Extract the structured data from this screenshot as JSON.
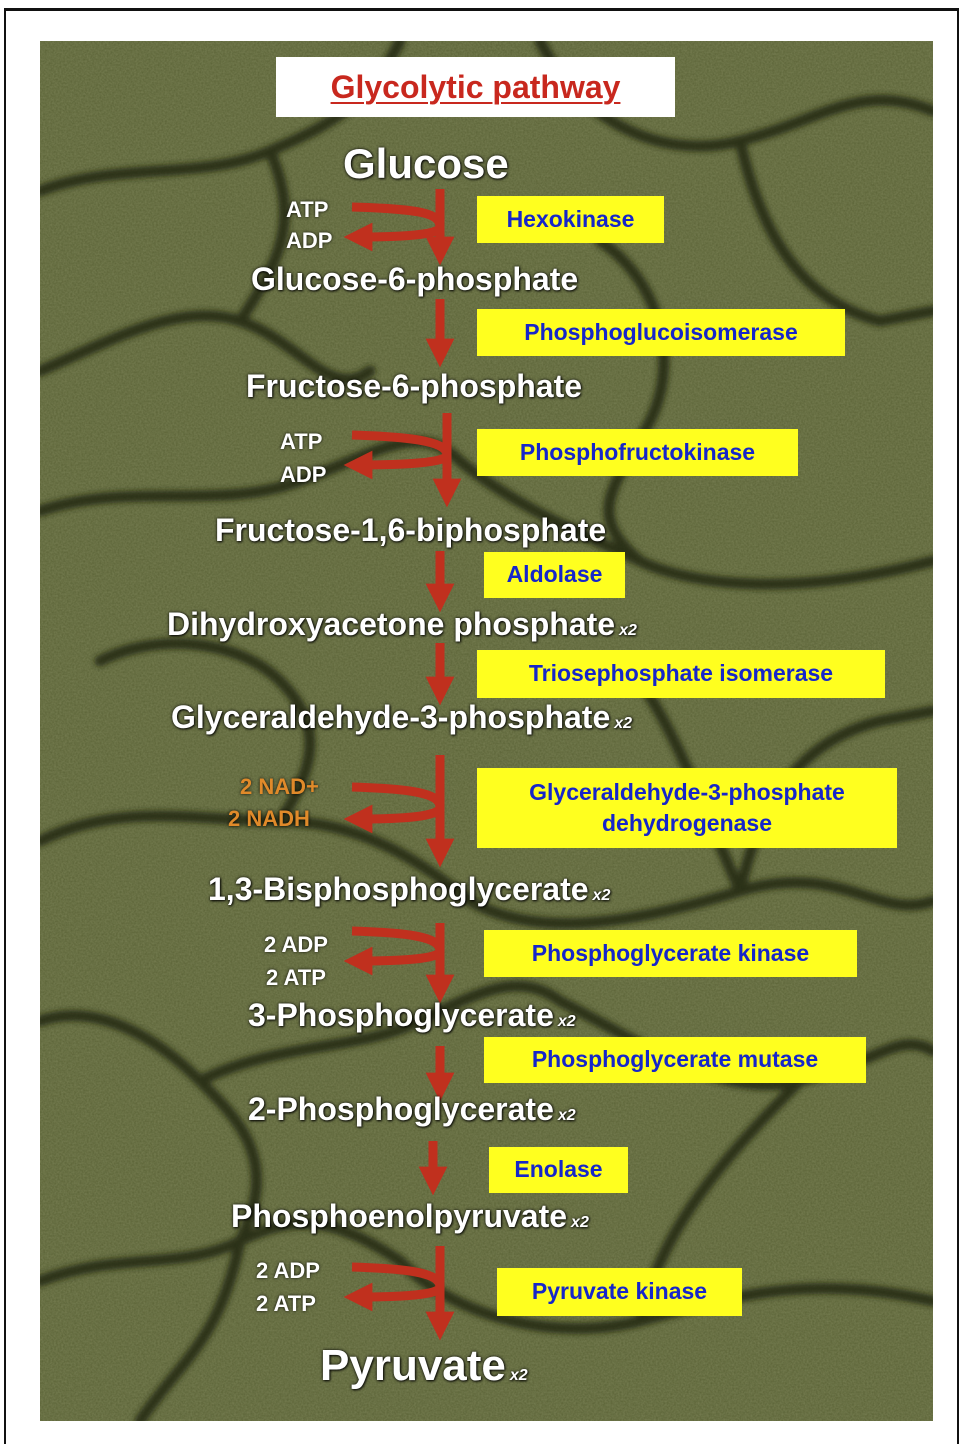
{
  "title": "Glycolytic pathway",
  "multiplier": "x2",
  "metabolites": {
    "glucose": "Glucose",
    "g6p": "Glucose-6-phosphate",
    "f6p": "Fructose-6-phosphate",
    "f16bp": "Fructose-1,6-biphosphate",
    "dhap": "Dihydroxyacetone phosphate",
    "g3p": "Glyceraldehyde-3-phosphate",
    "bpg13": "1,3-Bisphosphoglycerate",
    "pg3": "3-Phosphoglycerate",
    "pg2": "2-Phosphoglycerate",
    "pep": "Phosphoenolpyruvate",
    "pyruvate": "Pyruvate"
  },
  "enzymes": {
    "hexokinase": "Hexokinase",
    "pgi": "Phosphoglucoisomerase",
    "pfk": "Phosphofructokinase",
    "aldolase": "Aldolase",
    "tpi": "Triosephosphate isomerase",
    "gapdh_line1": "Glyceraldehyde-3-phosphate",
    "gapdh_line2": "dehydrogenase",
    "pgk": "Phosphoglycerate kinase",
    "pgm": "Phosphoglycerate mutase",
    "enolase": "Enolase",
    "pk": "Pyruvate kinase"
  },
  "cofactors": {
    "hk_in": "ATP",
    "hk_out": "ADP",
    "pfk_in": "ATP",
    "pfk_out": "ADP",
    "gapdh_in": "2 NAD+",
    "gapdh_out": "2 NADH",
    "pgk_in": "2 ADP",
    "pgk_out": "2 ATP",
    "pk_in": "2 ADP",
    "pk_out": "2 ATP"
  },
  "colors": {
    "arrow": "#c0301e",
    "enzyme_box": "#ffff1f",
    "enzyme_text": "#1626c9",
    "title_text": "#c8281e",
    "nad_text": "#e08a2a",
    "background": "#4e5530"
  }
}
